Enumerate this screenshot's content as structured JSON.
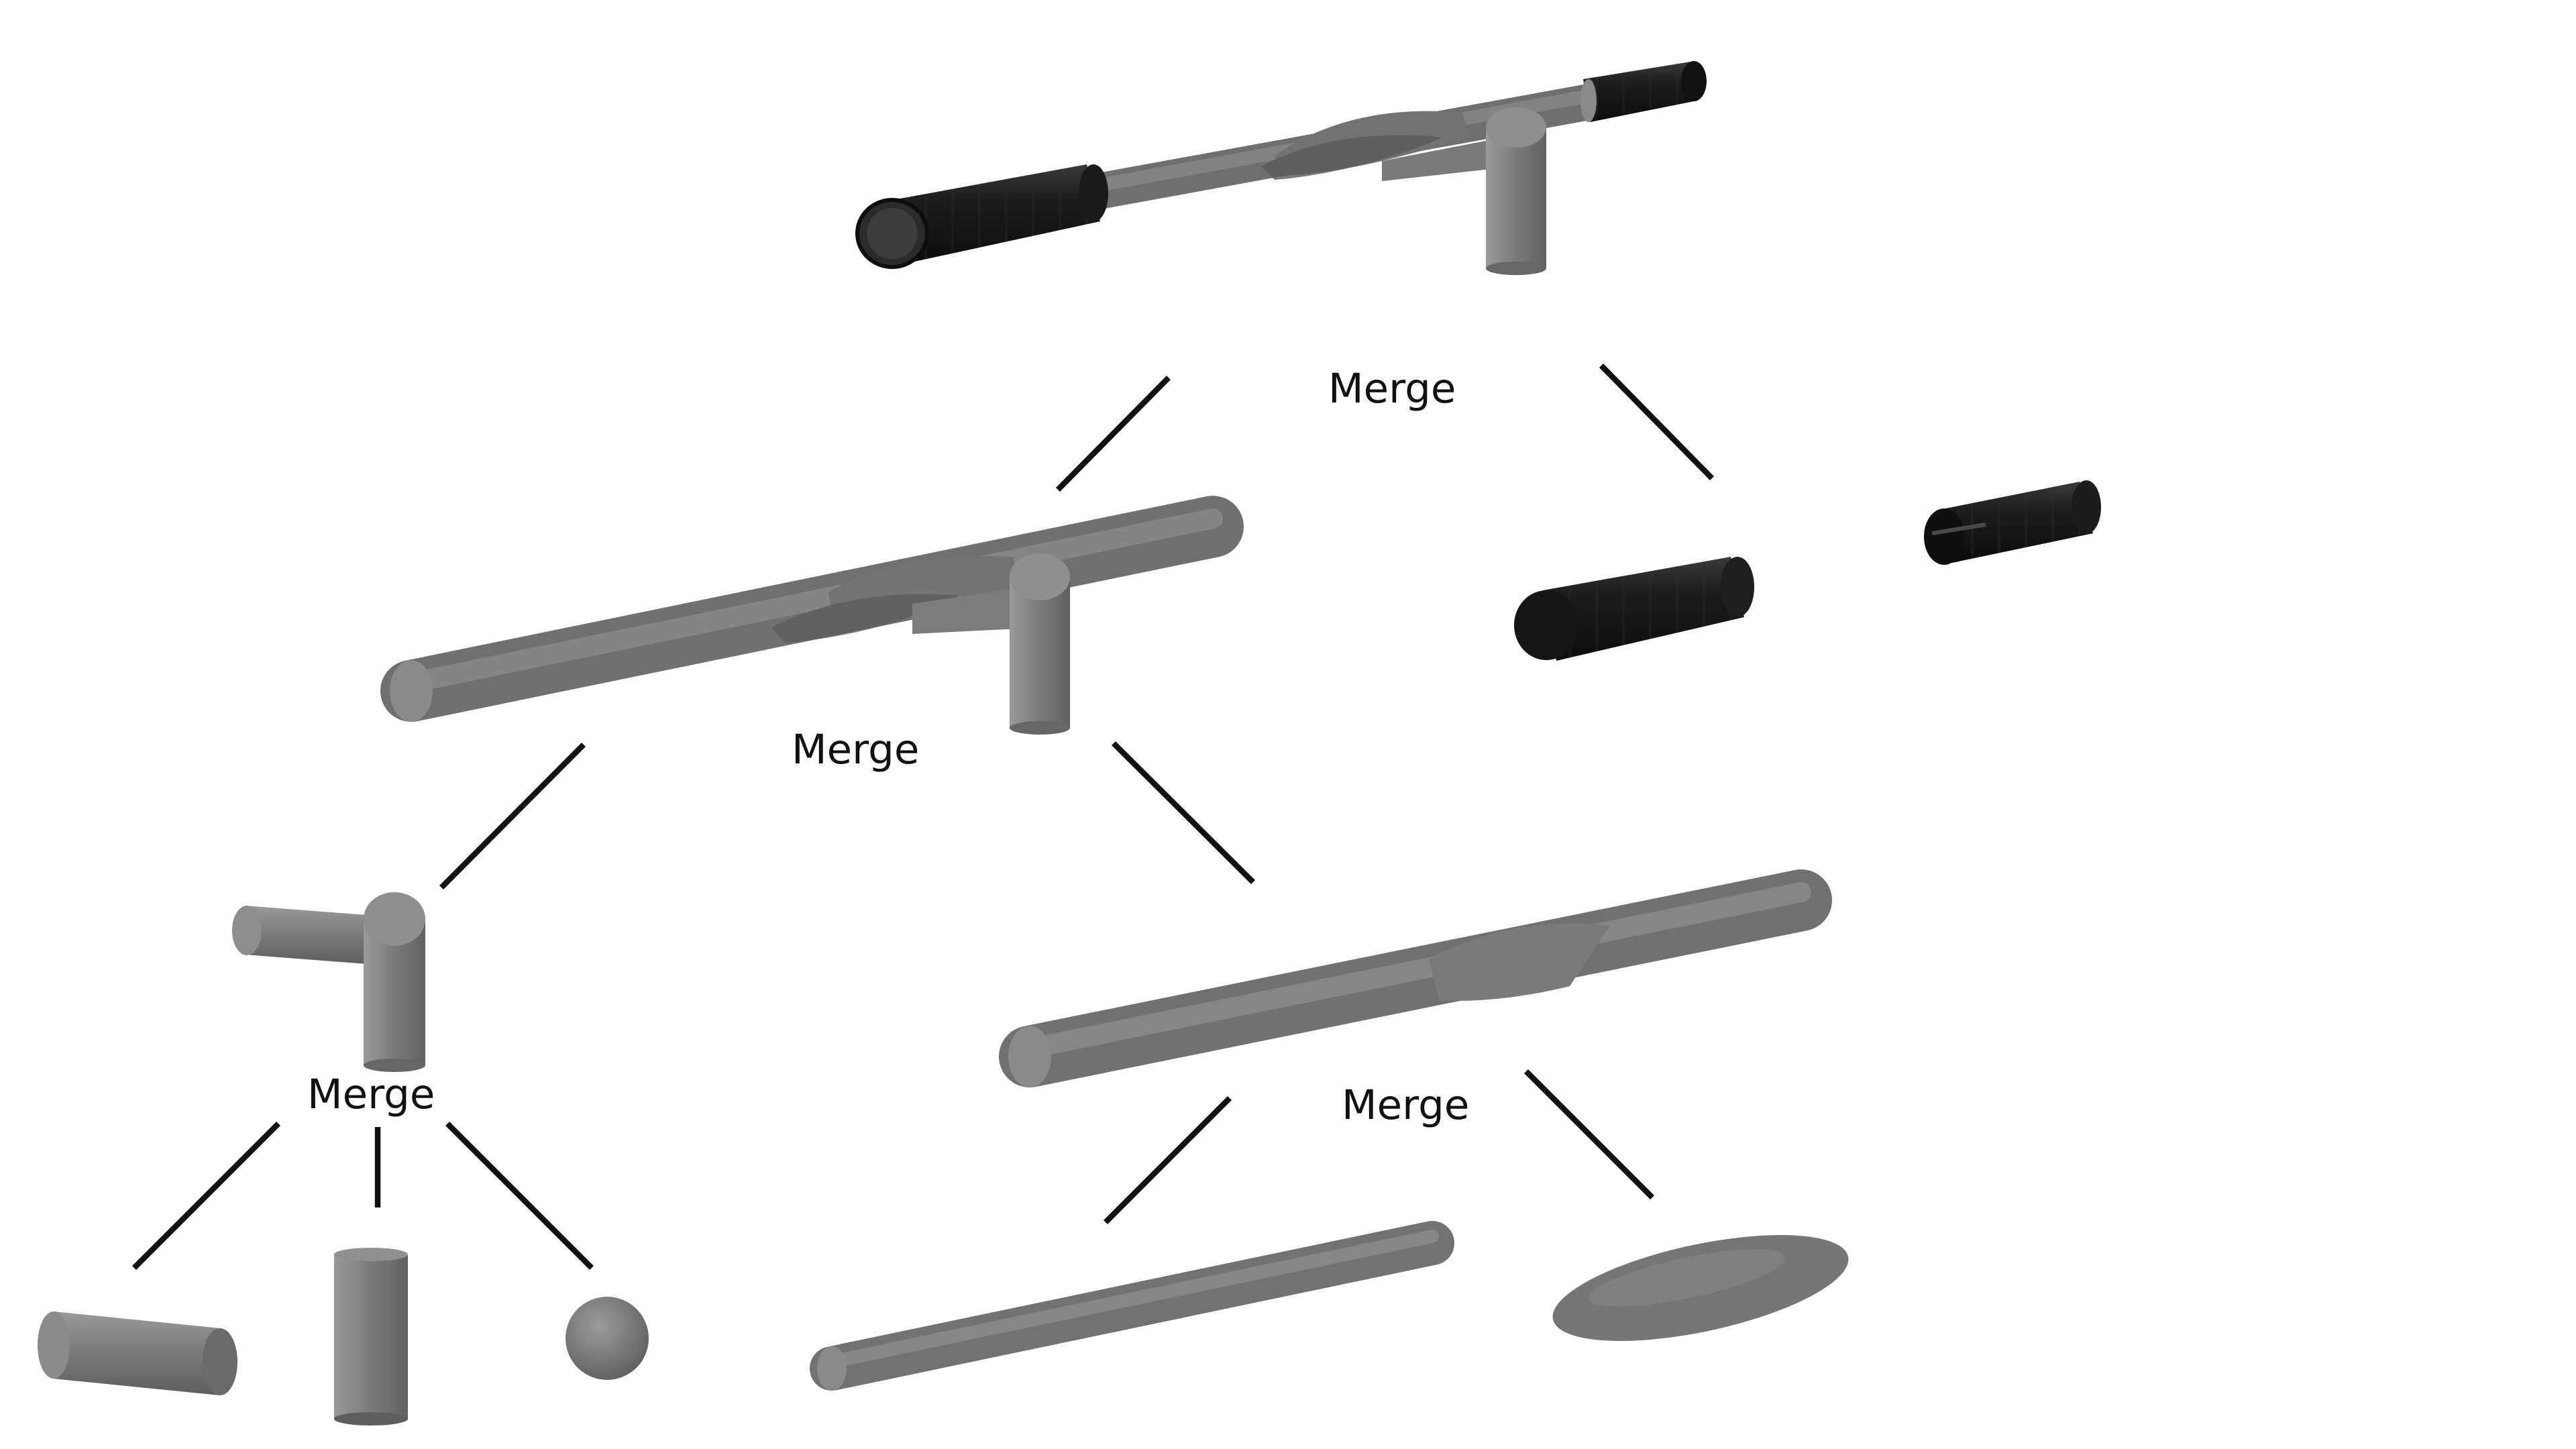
{
  "diagram": {
    "labels": {
      "merge_top": "Merge",
      "merge_left": "Merge",
      "merge_bottom_left": "Merge",
      "merge_bottom_right": "Merge"
    },
    "colors": {
      "background": "#ffffff",
      "part_grey": "#767676",
      "grip_black": "#161616",
      "connector": "#111111",
      "text": "#111111"
    },
    "nodes": [
      "handlebar-complete",
      "handlebar-frame",
      "grip-pair",
      "stem-assembly",
      "bulged-bar",
      "horizontal-cylinder",
      "vertical-cylinder",
      "sphere",
      "thin-bar",
      "ellipsoid"
    ]
  }
}
